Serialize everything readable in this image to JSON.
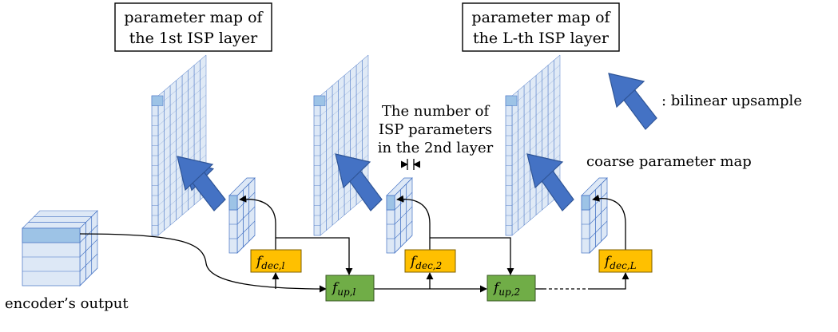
{
  "labels": {
    "param_map_first": [
      "parameter map of",
      "the 1st ISP layer"
    ],
    "param_map_last": [
      "parameter map of",
      "the L-th ISP layer"
    ],
    "num_params": [
      "The number of",
      "ISP parameters",
      "in the 2nd layer"
    ],
    "bilinear": ": bilinear upsample",
    "coarse": "coarse parameter map",
    "encoder": "encoder’s output"
  },
  "functions": {
    "dec_l": {
      "base": "f",
      "sub": "dec,l"
    },
    "dec_2": {
      "base": "f",
      "sub": "dec,2"
    },
    "dec_L": {
      "base": "f",
      "sub": "dec,L"
    },
    "up_l": {
      "base": "f",
      "sub": "up,l"
    },
    "up_2": {
      "base": "f",
      "sub": "up,2"
    }
  },
  "colors": {
    "decoder": "#FFC000",
    "upsampler": "#70AD47",
    "arrow": "#4472C4",
    "grid_fill": "#DDE8F6",
    "grid_highlight": "#9DC3E6",
    "grid_line": "#4472C4"
  }
}
